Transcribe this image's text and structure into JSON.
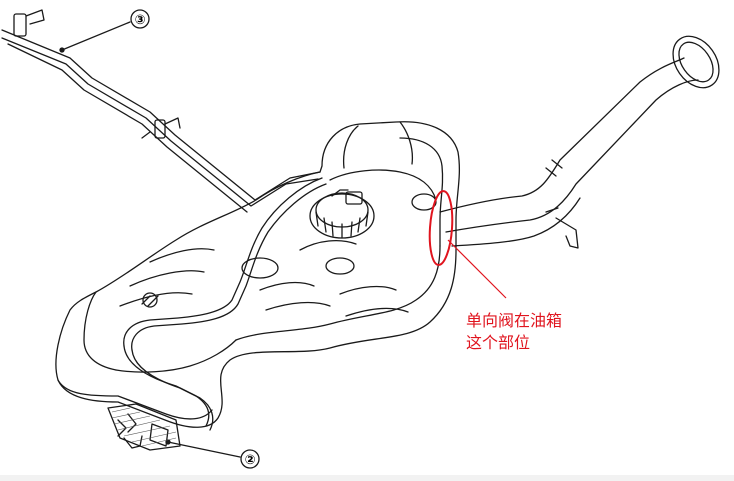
{
  "callouts": [
    {
      "label": "③"
    },
    {
      "label": "②"
    }
  ],
  "annotation": {
    "line1": "单向阀在油箱",
    "line2": "这个部位"
  },
  "colors": {
    "line": "#1a1a1a",
    "annotation": "#e0141e",
    "background": "#ffffff"
  }
}
